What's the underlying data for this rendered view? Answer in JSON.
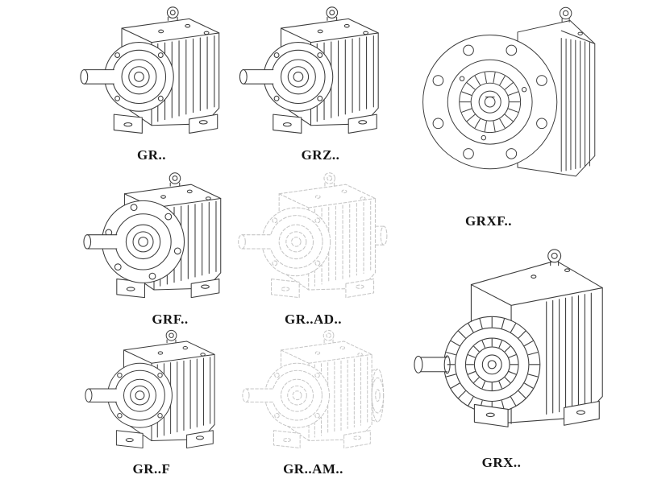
{
  "colors": {
    "line": "#3c3c3c",
    "phantom": "#c6c6c6",
    "background": "#ffffff"
  },
  "figures": [
    {
      "label": "GR..",
      "variant": "r",
      "style": "solid"
    },
    {
      "label": "GRZ..",
      "variant": "r",
      "style": "solid"
    },
    {
      "label": "GRXF..",
      "variant": "grxf",
      "style": "solid"
    },
    {
      "label": "GRF..",
      "variant": "rf",
      "style": "solid"
    },
    {
      "label": "GR..AD..",
      "variant": "ad",
      "style": "phantom"
    },
    {
      "label": "GRX..",
      "variant": "grx",
      "style": "solid"
    },
    {
      "label": "GR..F",
      "variant": "r",
      "style": "solid"
    },
    {
      "label": "GR..AM..",
      "variant": "am",
      "style": "phantom"
    }
  ]
}
